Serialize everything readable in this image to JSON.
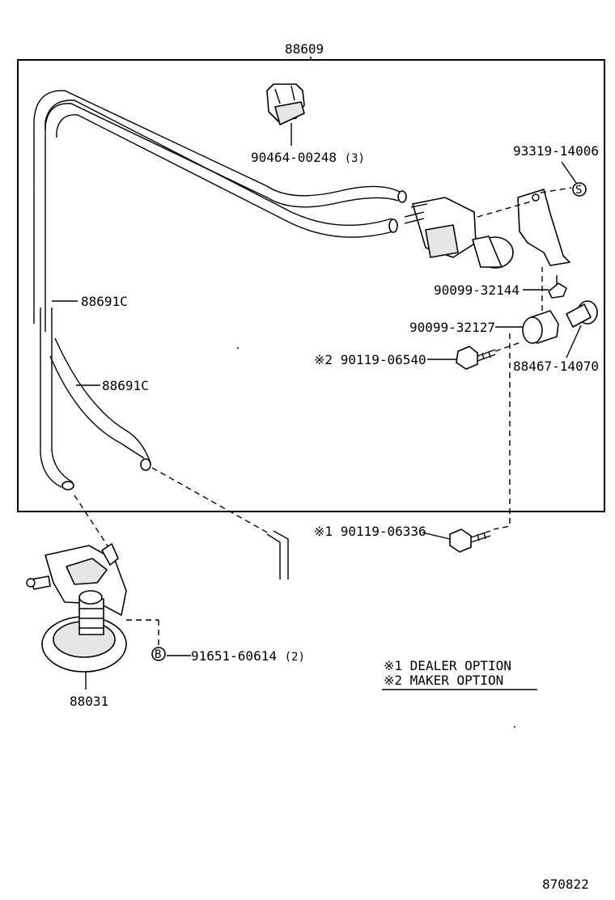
{
  "assembly_label": "88609",
  "parts": {
    "clamp": "90464-00248",
    "clamp_qty": "(3)",
    "nut": "93319-14006",
    "nut_symbol": "S",
    "grommet_small": "90099-32144",
    "grommet_large": "90099-32127",
    "bolt_maker": "90119-06540",
    "collar": "88467-14070",
    "hose_a": "88691C",
    "hose_b": "88691C",
    "bolt_dealer": "90119-06336",
    "screw": "91651-60614",
    "screw_qty": "(2)",
    "screw_symbol": "B",
    "actuator": "88031"
  },
  "marks": {
    "dealer_mark": "※1",
    "maker_mark": "※2"
  },
  "legend": {
    "line1": "※1 DEALER OPTION",
    "line2": "※2 MAKER OPTION"
  },
  "drawing_number": "870822"
}
